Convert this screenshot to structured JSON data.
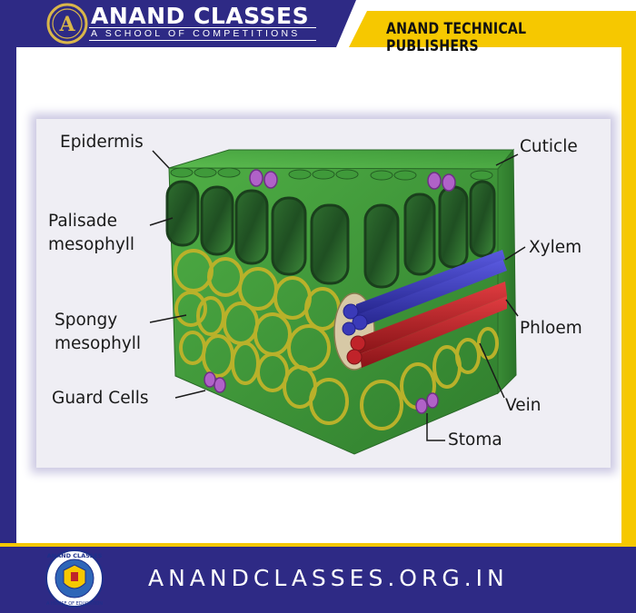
{
  "header": {
    "brand_name": "ANAND CLASSES",
    "brand_tagline": "A SCHOOL OF COMPETITIONS",
    "publisher": "ANAND TECHNICAL PUBLISHERS",
    "logo_letter": "A"
  },
  "footer": {
    "website": "ANANDCLASSES.ORG.IN",
    "badge_top_text": "ANAND CLASSES",
    "badge_bottom_text": "A HOUSE OF EDUCATION"
  },
  "diagram": {
    "labels": {
      "epidermis": "Epidermis",
      "palisade_1": "Palisade",
      "palisade_2": "mesophyll",
      "spongy_1": "Spongy",
      "spongy_2": "mesophyll",
      "guard_cells": "Guard Cells",
      "cuticle": "Cuticle",
      "xylem": "Xylem",
      "phloem": "Phloem",
      "vein": "Vein",
      "stoma": "Stoma"
    }
  },
  "colors": {
    "frame_blue": "#2e2a85",
    "frame_yellow": "#f6c800",
    "leaf_green": "#3f9a3a",
    "xylem_blue": "#3a3ab8",
    "phloem_red": "#c0232a",
    "guard_cell_pink": "#b062c8"
  }
}
